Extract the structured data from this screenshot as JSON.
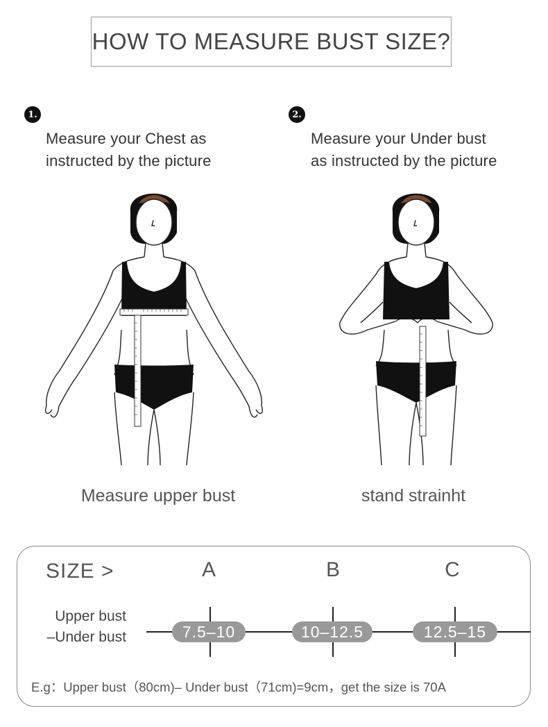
{
  "header": {
    "title": "HOW TO MEASURE BUST SIZE?"
  },
  "steps": [
    {
      "number": "1.",
      "line1": "Measure your Chest as",
      "line2": "instructed by the picture",
      "caption": "Measure upper bust"
    },
    {
      "number": "2.",
      "line1": "Measure your Under bust",
      "line2": "as instructed by the picture",
      "caption": "stand strainht"
    }
  ],
  "size_table": {
    "size_label": "SIZE >",
    "columns": [
      "A",
      "B",
      "C"
    ],
    "row_label_line1": "Upper bust",
    "row_label_line2": "–Under bust",
    "ranges": [
      "7.5–10",
      "10–12.5",
      "12.5–15"
    ],
    "example": "E.g：Upper bust（80cm)– Under bust（71cm)=9cm，get the size is 70A"
  },
  "colors": {
    "garment": "#111111",
    "hair_skin": "#7a4a30",
    "pill": "#999999"
  }
}
